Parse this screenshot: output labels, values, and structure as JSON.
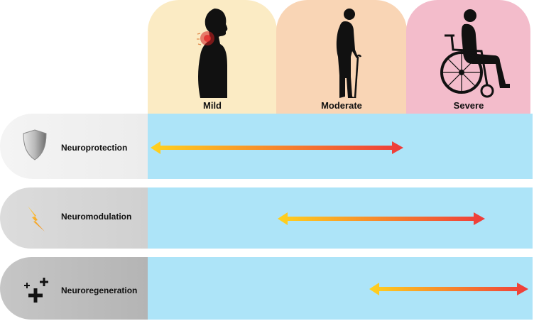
{
  "stages": [
    {
      "label": "Mild"
    },
    {
      "label": "Moderate"
    },
    {
      "label": "Severe"
    }
  ],
  "rows": [
    {
      "label": "Neuroprotection",
      "icon": "shield-icon",
      "range": "Mild to Moderate"
    },
    {
      "label": "Neuromodulation",
      "icon": "lightning-icon",
      "range": "Moderate to Severe"
    },
    {
      "label": "Neuroregeneration",
      "icon": "plus-signs-icon",
      "range": "Late Moderate to Severe"
    }
  ],
  "colors": {
    "mild": "#fbebc4",
    "moderate": "#f9d5b5",
    "severe": "#f3bccb",
    "band": "#ade4f8",
    "arrow_start": "#ffd21e",
    "arrow_end": "#ee3b3b"
  }
}
